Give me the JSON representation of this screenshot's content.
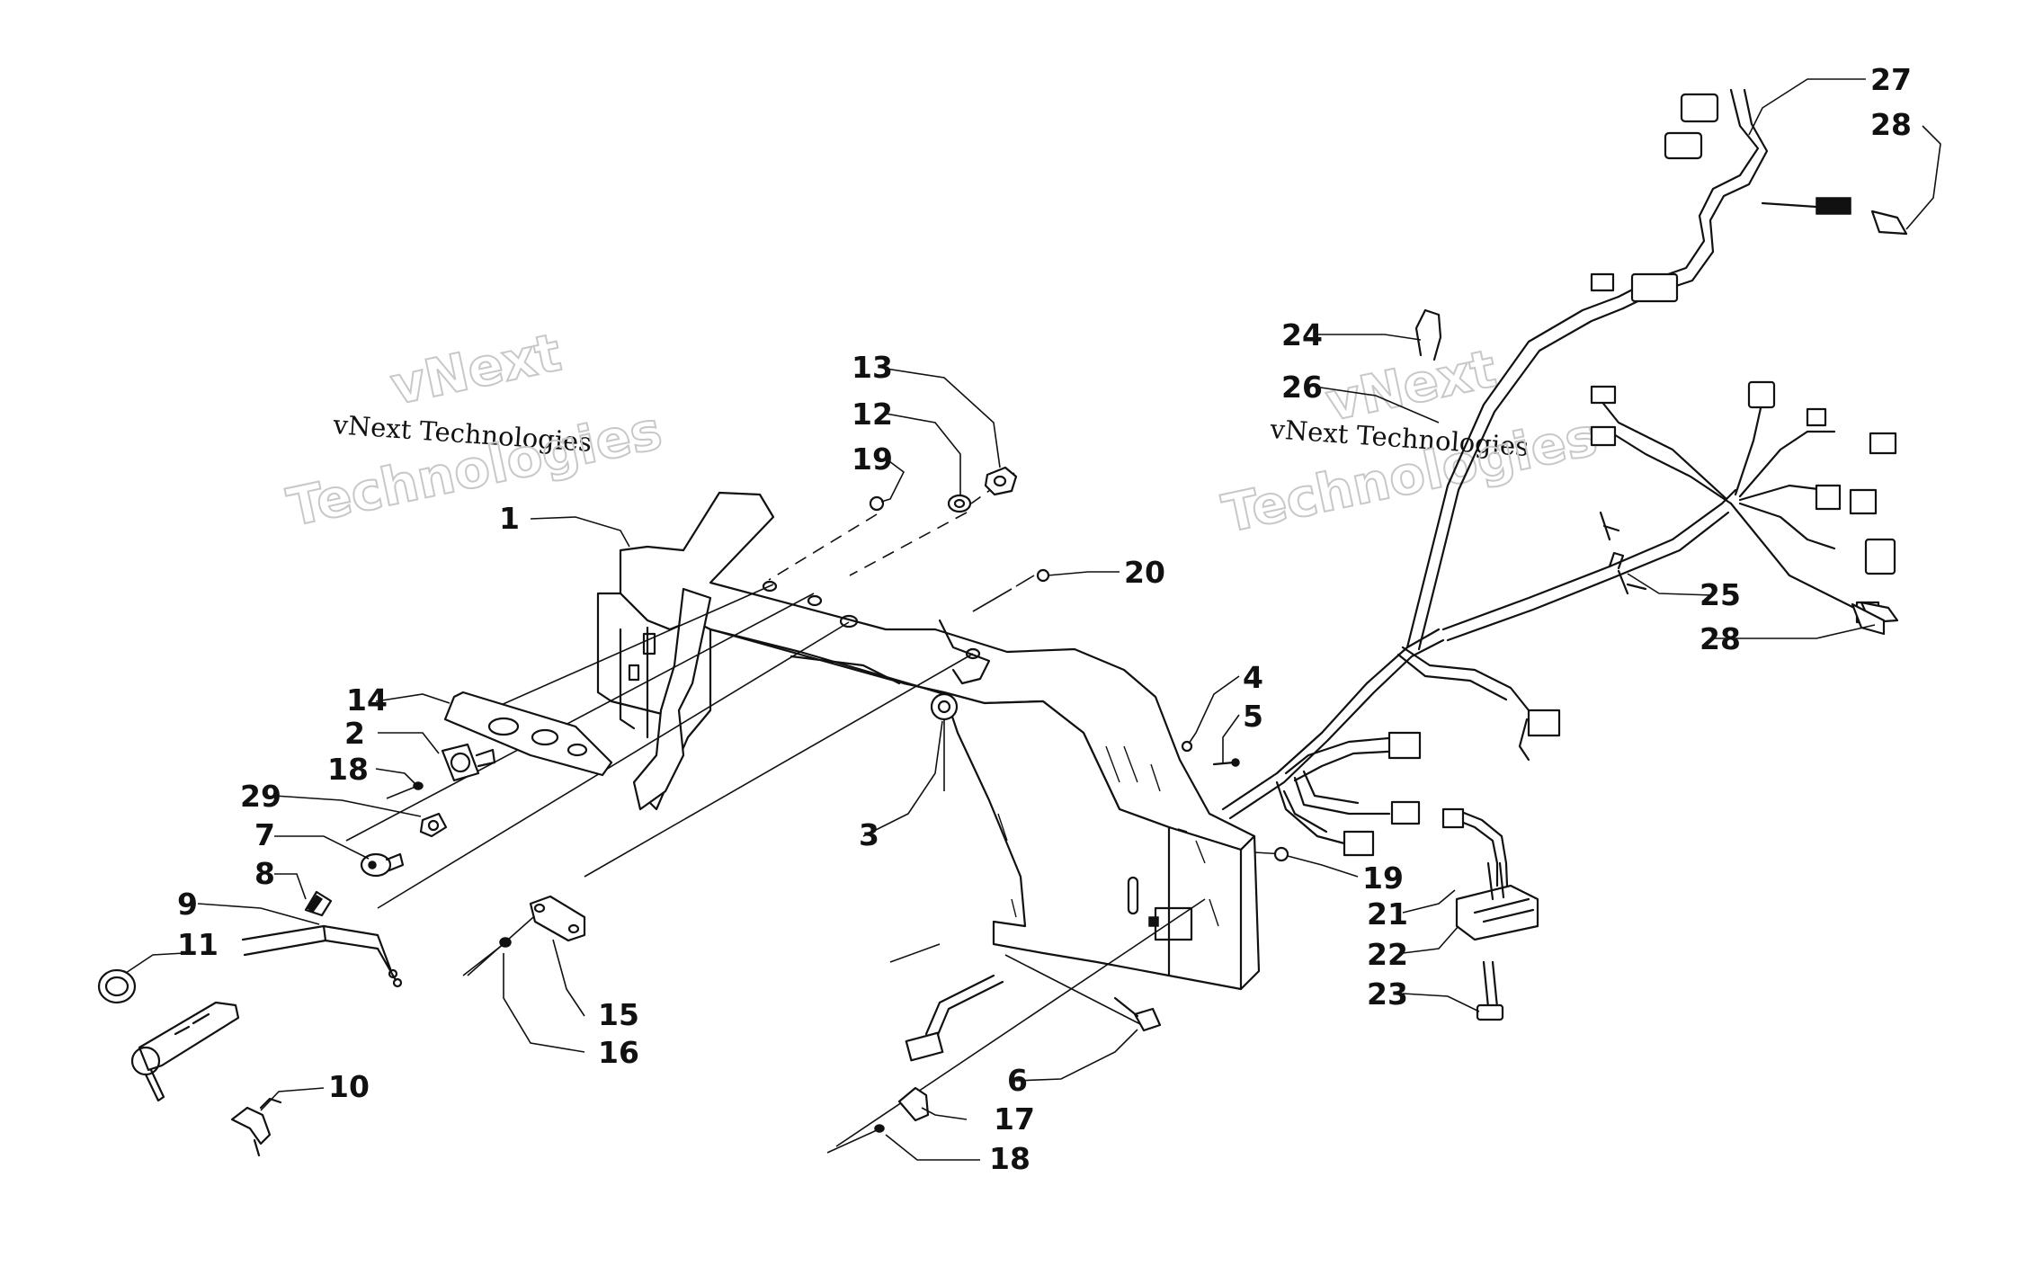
{
  "watermarks": [
    {
      "id": "left",
      "big_top": "vNext",
      "small": "vNext Technologies",
      "big_bottom": "Technologies"
    },
    {
      "id": "right",
      "big_top": "vNext",
      "small": "vNext Technologies",
      "big_bottom": "Technologies"
    }
  ],
  "callouts": {
    "c1": "1",
    "c2": "2",
    "c3": "3",
    "c4": "4",
    "c5": "5",
    "c6": "6",
    "c7": "7",
    "c8": "8",
    "c9": "9",
    "c10": "10",
    "c11": "11",
    "c12": "12",
    "c13": "13",
    "c14": "14",
    "c15": "15",
    "c16": "16",
    "c17": "17",
    "c18a": "18",
    "c18b": "18",
    "c19a": "19",
    "c19b": "19",
    "c20": "20",
    "c21": "21",
    "c22": "22",
    "c23": "23",
    "c24": "24",
    "c25": "25",
    "c26": "26",
    "c27": "27",
    "c28a": "28",
    "c28b": "28",
    "c29": "29"
  }
}
